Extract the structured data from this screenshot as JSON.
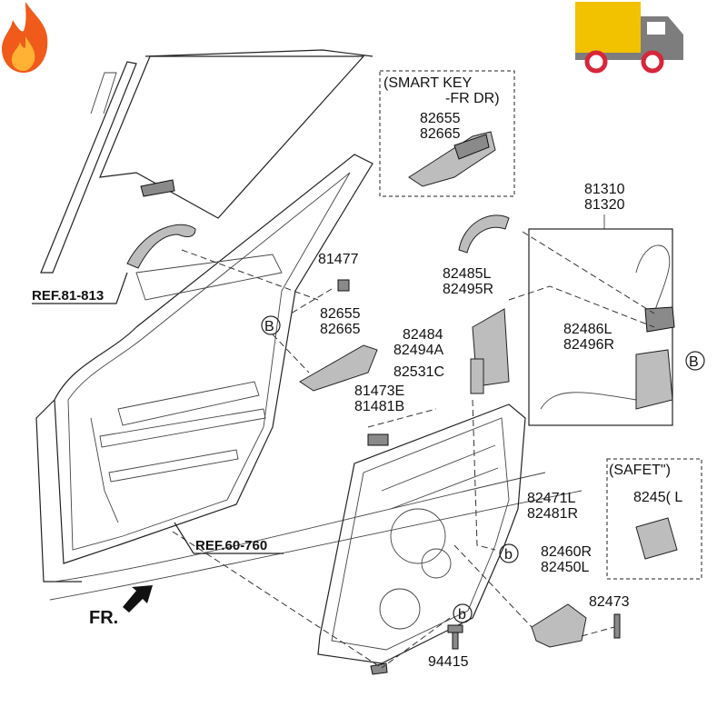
{
  "badges": {
    "flame_color": "#f05a1a",
    "truck_body_color": "#f2c200",
    "truck_cab_color": "#7d7d7d",
    "wheel_color": "#d6263a"
  },
  "labels": {
    "smart_key_line1": "(SMART KEY",
    "smart_key_line2": "-FR DR)",
    "p82655_top": "82655",
    "p82665_top": "82665",
    "p81310": "81310",
    "p81320": "81320",
    "p81477": "81477",
    "p82485L": "82485L",
    "p82495R": "82495R",
    "p82655": "82655",
    "p82665": "82665",
    "p82484": "82484",
    "p82494A": "82494A",
    "p82486L": "82486L",
    "p82496R": "82496R",
    "p82531C": "82531C",
    "p81473E": "81473E",
    "p81481B": "81481B",
    "p82471L": "82471L",
    "p82481R": "82481R",
    "safety": "(SAFET\")",
    "p8245L": "8245( L",
    "p82460R": "82460R",
    "p82450L": "82450L",
    "p82473": "82473",
    "p94415": "94415",
    "ref_81_813": "REF.81-813",
    "ref_60_760": "REF.60-760",
    "fr": "FR.",
    "callout_B_left": "B",
    "callout_B_right": "B",
    "callout_b_upper": "b",
    "callout_b_lower": "b"
  }
}
